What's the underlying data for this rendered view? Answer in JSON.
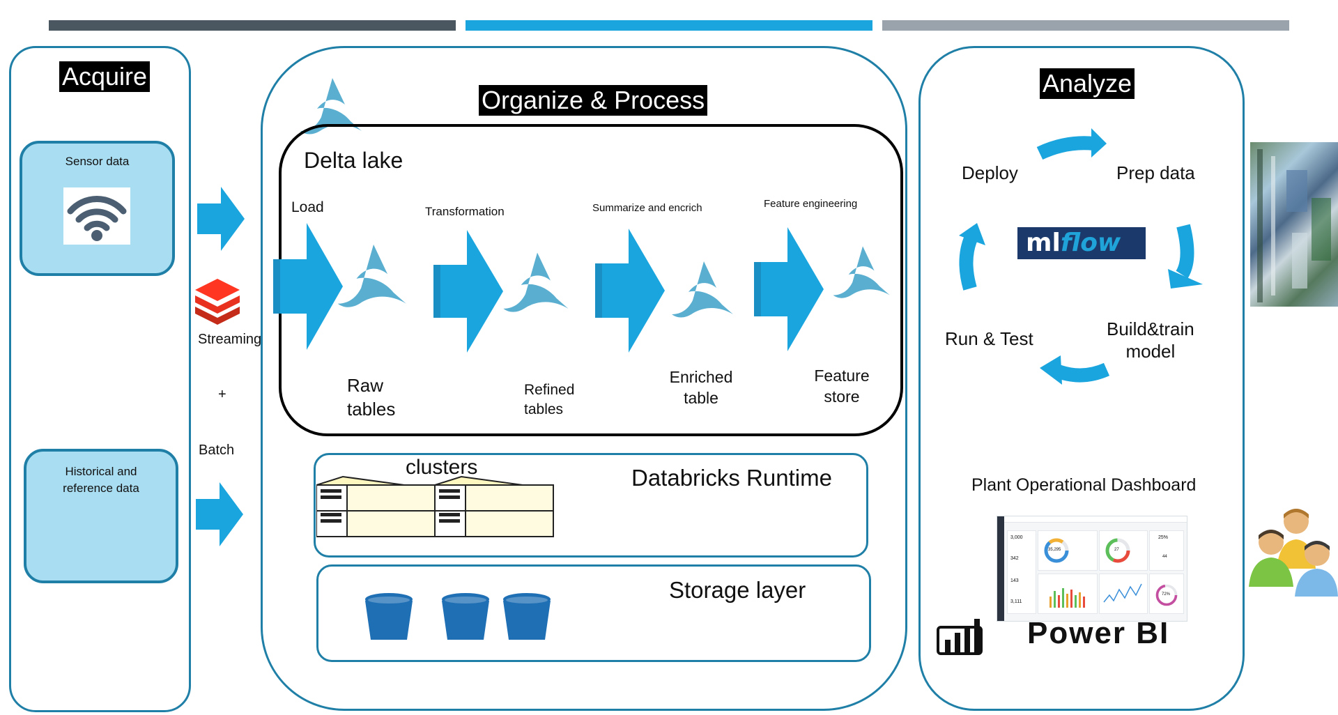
{
  "top_bar_colors": [
    "#4a5761",
    "#1aa5de",
    "#9aa3ab"
  ],
  "acquire": {
    "title": "Acquire",
    "sensor_label": "Sensor data",
    "historical_label": "Historical  and reference data",
    "streaming_label": "Streaming",
    "plus_label": "+",
    "batch_label": "Batch"
  },
  "organize": {
    "title": "Organize & Process",
    "delta_lake_label": "Delta lake",
    "stages": [
      "Load",
      "Transformation",
      "Summarize and encrich",
      "Feature engineering"
    ],
    "outputs": [
      {
        "line1": "Raw",
        "line2": "tables"
      },
      {
        "line1": "Refined",
        "line2": "tables"
      },
      {
        "line1": "Enriched",
        "line2": "table"
      },
      {
        "line1": "Feature",
        "line2": "store"
      }
    ],
    "clusters_label": "clusters",
    "runtime_label": "Databricks Runtime",
    "storage_label": "Storage layer"
  },
  "analyze": {
    "title": "Analyze",
    "deploy": "Deploy",
    "prep": "Prep data",
    "build_line1": "Build&train",
    "build_line2": "model",
    "run_test": "Run & Test",
    "mlflow_logo_ml": "ml",
    "mlflow_logo_flow": "flow",
    "dashboard_title": "Plant Operational Dashboard",
    "powerbi_label": "Power BI",
    "dashboard_values": [
      "3,000",
      "342",
      "143",
      "3,111",
      "35,295",
      "27",
      "72%",
      "25%",
      "44"
    ]
  },
  "colors": {
    "accent": "#1aa5de",
    "panel_border": "#1f7fa6",
    "source_fill": "#a9ddf1",
    "delta_logo": "#5aaed0"
  },
  "icons": [
    "wifi-icon",
    "databricks-logo-icon",
    "delta-lake-logo-icon",
    "server-rack-icon",
    "storage-bucket-icon",
    "mlflow-logo",
    "powerbi-logo-icon",
    "users-group-icon",
    "factory-photo"
  ]
}
